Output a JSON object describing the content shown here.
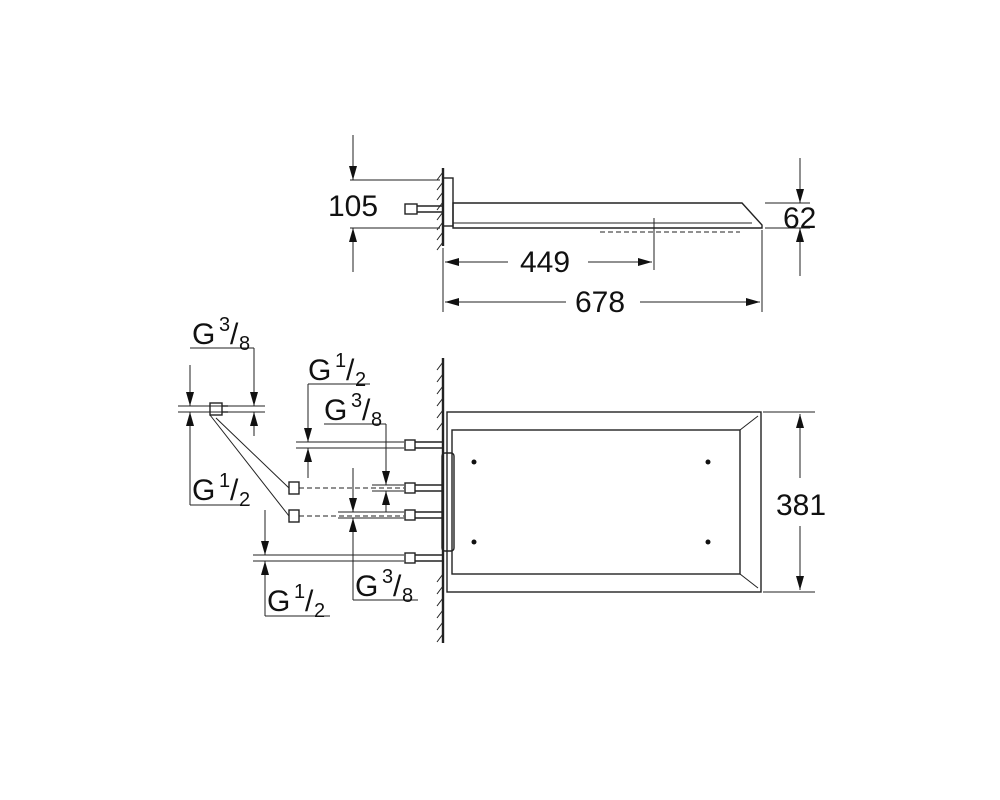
{
  "dimensions": {
    "height_top": "105",
    "thickness": "62",
    "arm_center": "449",
    "total_length": "678",
    "width_bottom": "381"
  },
  "threads": {
    "g38_top": {
      "g": "G",
      "num": "3",
      "den": "8"
    },
    "g12_a": {
      "g": "G",
      "num": "1",
      "den": "2"
    },
    "g38_b": {
      "g": "G",
      "num": "3",
      "den": "8"
    },
    "g12_left": {
      "g": "G",
      "num": "1",
      "den": "2"
    },
    "g12_bottom": {
      "g": "G",
      "num": "1",
      "den": "2"
    },
    "g38_bottom": {
      "g": "G",
      "num": "3",
      "den": "8"
    }
  },
  "colors": {
    "line": "#222222",
    "background": "#ffffff"
  }
}
